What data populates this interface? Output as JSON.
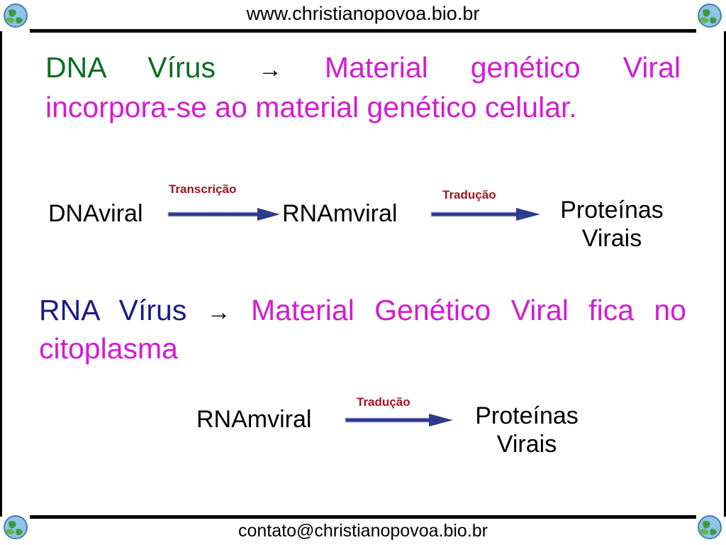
{
  "header": {
    "url": "www.christianopovoa.bio.br"
  },
  "footer": {
    "email": "contato@christianopovoa.bio.br"
  },
  "icons": {
    "corner": "globe-icon",
    "arrow": "right-arrow-icon"
  },
  "colors": {
    "green": "#0b6e1e",
    "magenta": "#d41ad4",
    "navy": "#1a1a8a",
    "label_red": "#a8101c",
    "arrow_blue": "#2e3a8c"
  },
  "dna_section": {
    "heading_words": [
      "DNA",
      "Vírus",
      "→",
      "Material",
      "genético",
      "Viral"
    ],
    "heading_line2": "incorpora-se ao material genético celular.",
    "flow": {
      "step1": "DNAviral",
      "arrow1_label": "Transcrição",
      "step2": "RNAmviral",
      "arrow2_label": "Tradução",
      "step3_line1": "Proteínas",
      "step3_line2": "Virais"
    }
  },
  "rna_section": {
    "heading_words": [
      "RNA",
      "Vírus",
      "→",
      "Material",
      "Genético",
      "Viral",
      "fica",
      "no"
    ],
    "heading_line2": "citoplasma",
    "flow": {
      "step1": "RNAmviral",
      "arrow_label": "Tradução",
      "step2_line1": "Proteínas",
      "step2_line2": "Virais"
    }
  }
}
